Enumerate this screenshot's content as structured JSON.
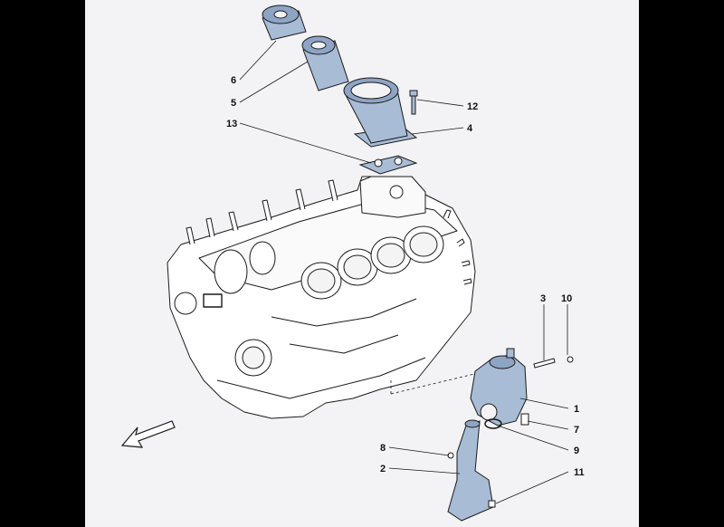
{
  "diagram": {
    "background": "#f3f3f6",
    "part_fill": "#ffffff",
    "highlight_fill": "#a9bcd6",
    "highlight_fill_dark": "#8ea4c4",
    "line_color": "#1a1a1a",
    "callouts": [
      {
        "id": "c1",
        "label": "1"
      },
      {
        "id": "c2",
        "label": "2"
      },
      {
        "id": "c3",
        "label": "3"
      },
      {
        "id": "c4",
        "label": "4"
      },
      {
        "id": "c5",
        "label": "5"
      },
      {
        "id": "c6",
        "label": "6"
      },
      {
        "id": "c7",
        "label": "7"
      },
      {
        "id": "c8",
        "label": "8"
      },
      {
        "id": "c9",
        "label": "9"
      },
      {
        "id": "c10",
        "label": "10"
      },
      {
        "id": "c11",
        "label": "11"
      },
      {
        "id": "c12",
        "label": "12"
      },
      {
        "id": "c13",
        "label": "13"
      }
    ],
    "direction_icon": "front-arrow-icon"
  }
}
